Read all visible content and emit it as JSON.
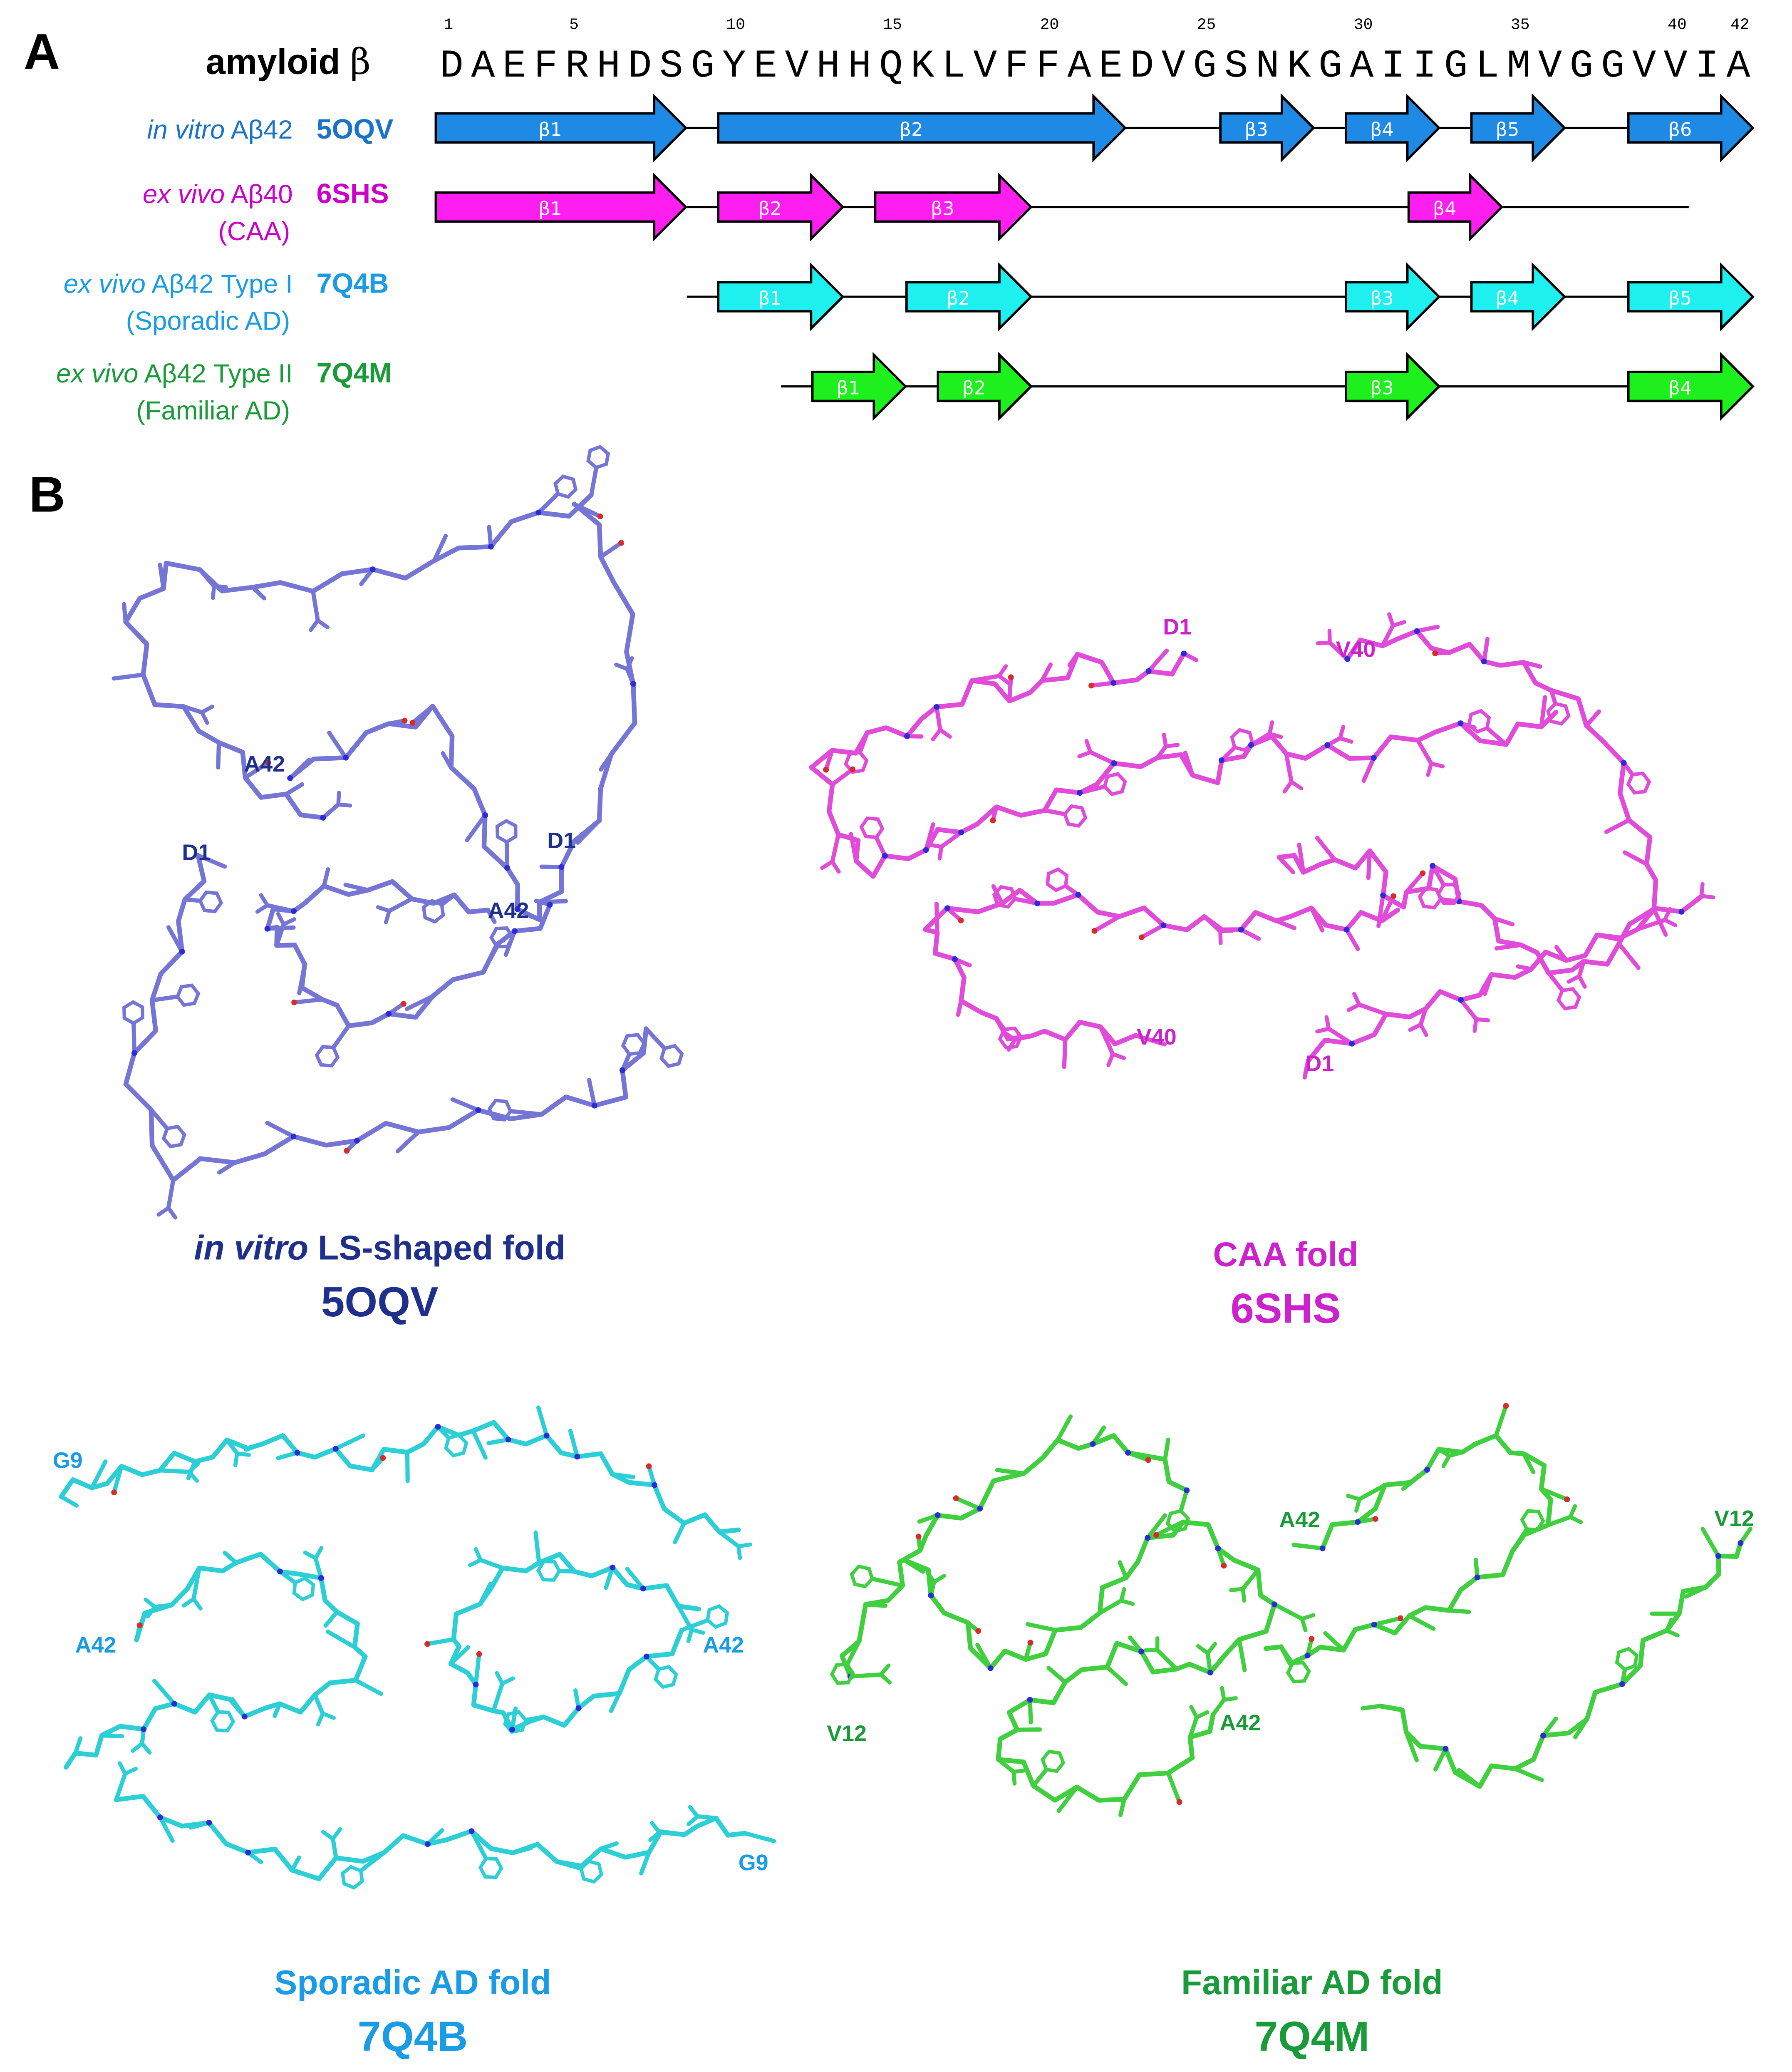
{
  "panel_a": {
    "label": "A",
    "sequence_title": {
      "name": "amyloid ",
      "symbol": "β"
    },
    "numbering": [
      {
        "pos": 1,
        "label": "1"
      },
      {
        "pos": 5,
        "label": "5"
      },
      {
        "pos": 10,
        "label": "10"
      },
      {
        "pos": 15,
        "label": "15"
      },
      {
        "pos": 20,
        "label": "20"
      },
      {
        "pos": 25,
        "label": "25"
      },
      {
        "pos": 30,
        "label": "30"
      },
      {
        "pos": 35,
        "label": "35"
      },
      {
        "pos": 40,
        "label": "40"
      },
      {
        "pos": 42,
        "label": "42"
      }
    ],
    "sequence": "DAEFRHDSGYEVHHQKLVFFAEDVGSNKGAIIGLMVGGVVIA",
    "rows": [
      {
        "name_italic": "in vitro",
        "name_rest": " Aβ42",
        "name_line2": "",
        "pdb": "5OQV",
        "color": "#1e8ae6",
        "text_color": "#1a73c9",
        "pdb_color": "#1a73c9",
        "chain": [
          1,
          42
        ],
        "strands": [
          {
            "label": "β1",
            "start": 1,
            "end": 8
          },
          {
            "label": "β2",
            "start": 10,
            "end": 22
          },
          {
            "label": "β3",
            "start": 26,
            "end": 28
          },
          {
            "label": "β4",
            "start": 30,
            "end": 32
          },
          {
            "label": "β5",
            "start": 34,
            "end": 36
          },
          {
            "label": "β6",
            "start": 39,
            "end": 42
          }
        ]
      },
      {
        "name_italic": "ex vivo",
        "name_rest": " Aβ40",
        "name_line2": "(CAA)",
        "pdb": "6SHS",
        "color": "#ff1ef0",
        "text_color": "#cc00cc",
        "pdb_color": "#cc00cc",
        "chain": [
          1,
          40
        ],
        "strands": [
          {
            "label": "β1",
            "start": 1,
            "end": 8
          },
          {
            "label": "β2",
            "start": 10,
            "end": 13
          },
          {
            "label": "β3",
            "start": 15,
            "end": 19
          },
          {
            "label": "β4",
            "start": 32,
            "end": 34
          }
        ]
      },
      {
        "name_italic": "ex vivo",
        "name_rest": " Aβ42 Type I",
        "name_line2": "(Sporadic AD)",
        "pdb": "7Q4B",
        "color": "#1ef0f0",
        "text_color": "#1a9be6",
        "pdb_color": "#1a9be6",
        "chain": [
          9,
          42
        ],
        "strands": [
          {
            "label": "β1",
            "start": 10,
            "end": 13
          },
          {
            "label": "β2",
            "start": 16,
            "end": 19
          },
          {
            "label": "β3",
            "start": 30,
            "end": 32
          },
          {
            "label": "β4",
            "start": 34,
            "end": 36
          },
          {
            "label": "β5",
            "start": 39,
            "end": 42
          }
        ]
      },
      {
        "name_italic": "ex vivo",
        "name_rest": " Aβ42 Type II",
        "name_line2": "(Familiar AD)",
        "pdb": "7Q4M",
        "color": "#1ef01e",
        "text_color": "#1a9b3a",
        "pdb_color": "#1a9b3a",
        "chain": [
          12,
          42
        ],
        "strands": [
          {
            "label": "β1",
            "start": 13,
            "end": 15
          },
          {
            "label": "β2",
            "start": 17,
            "end": 19
          },
          {
            "label": "β3",
            "start": 30,
            "end": 32
          },
          {
            "label": "β4",
            "start": 39,
            "end": 42
          }
        ]
      }
    ]
  },
  "panel_b": {
    "label": "B",
    "structures": [
      {
        "key": "5oqv",
        "caption_italic": "in vitro",
        "caption_rest": " LS-shaped fold",
        "pdb": "5OQV",
        "color": "#7575d6",
        "caption_color": "#1e2f8c",
        "labels": [
          "A42",
          "D1",
          "D1",
          "A42"
        ]
      },
      {
        "key": "6shs",
        "caption_italic": "",
        "caption_rest": "CAA fold",
        "pdb": "6SHS",
        "color": "#e04bd9",
        "caption_color": "#cc22cc",
        "labels": [
          "D1",
          "V40",
          "V40",
          "D1"
        ]
      },
      {
        "key": "7q4b",
        "caption_italic": "",
        "caption_rest": "Sporadic AD fold",
        "pdb": "7Q4B",
        "color": "#2ccfd6",
        "caption_color": "#1a9be6",
        "labels": [
          "G9",
          "A42",
          "A42",
          "G9"
        ]
      },
      {
        "key": "7q4m",
        "caption_italic": "",
        "caption_rest": "Familiar AD fold",
        "pdb": "7Q4M",
        "color": "#3fcf3f",
        "caption_color": "#1a9b3a",
        "labels": [
          "A42",
          "V12",
          "V12",
          "A42"
        ]
      }
    ]
  }
}
